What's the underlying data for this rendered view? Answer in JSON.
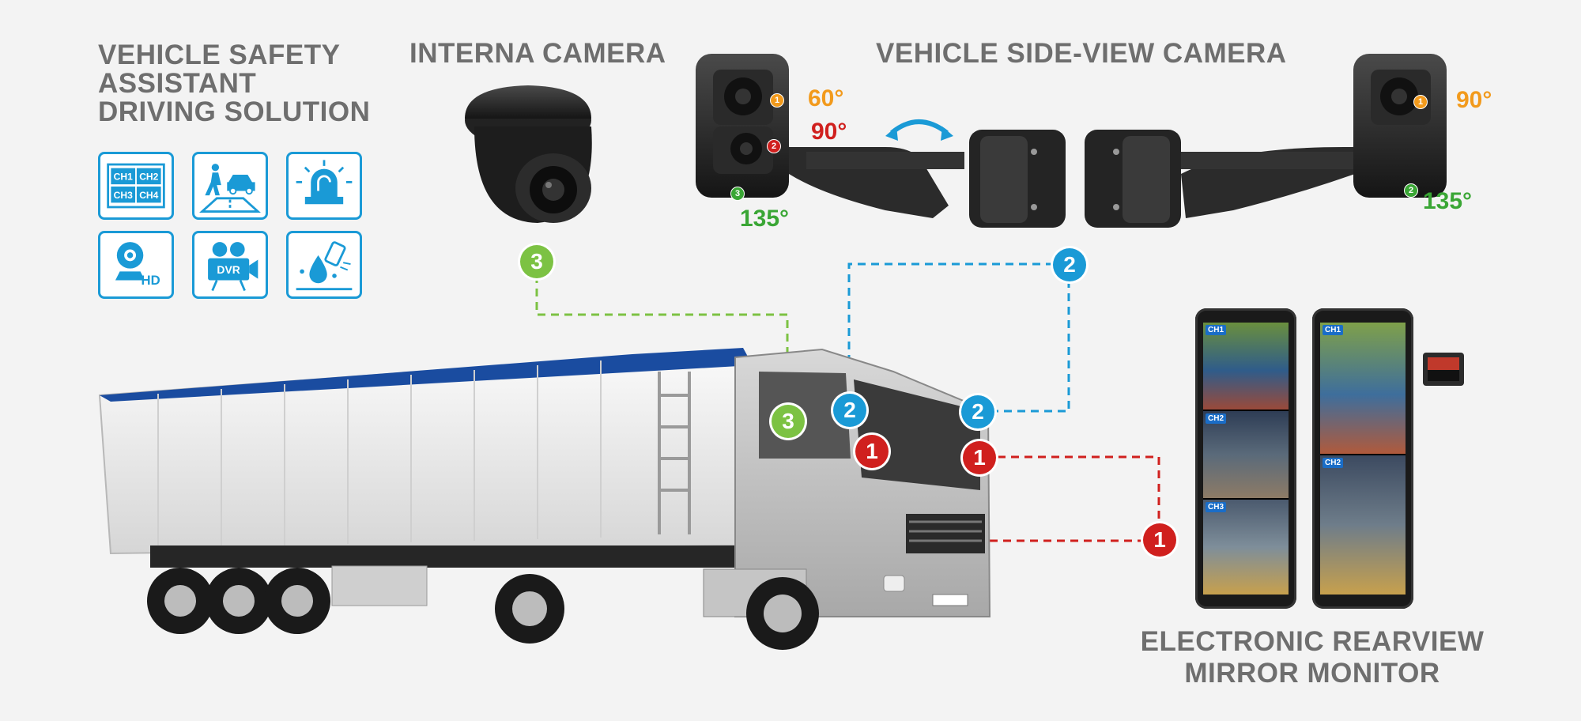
{
  "title": {
    "line1": "VEHICLE SAFETY",
    "line2": "ASSISTANT",
    "line3": "DRIVING SOLUTION"
  },
  "sections": {
    "interna_camera": "INTERNA CAMERA",
    "side_view_camera": "VEHICLE SIDE-VIEW CAMERA",
    "mirror_monitor_line1": "ELECTRONIC REARVIEW",
    "mirror_monitor_line2": "MIRROR MONITOR"
  },
  "features": {
    "channels": [
      "CH1",
      "CH2",
      "CH3",
      "CH4"
    ],
    "hd_label": "HD",
    "dvr_label": "DVR"
  },
  "angles": {
    "left_top": "60°",
    "left_mid": "90°",
    "left_bottom": "135°",
    "right_top": "90°",
    "right_bottom": "135°"
  },
  "mini_badges": {
    "orange": "1",
    "red": "2",
    "green_left": "3",
    "green_right": "2"
  },
  "badges": {
    "camera_3": "3",
    "camera_2": "2",
    "camera_1": "1"
  },
  "monitors": {
    "left_channels": [
      "CH1",
      "CH2",
      "CH3"
    ],
    "right_channels": [
      "CH1",
      "CH2"
    ]
  },
  "colors": {
    "accent_blue": "#1a9ad6",
    "badge_green": "#7cc243",
    "badge_red": "#d0201e",
    "angle_orange": "#f29a1c",
    "heading_gray": "#6e6e6e"
  }
}
